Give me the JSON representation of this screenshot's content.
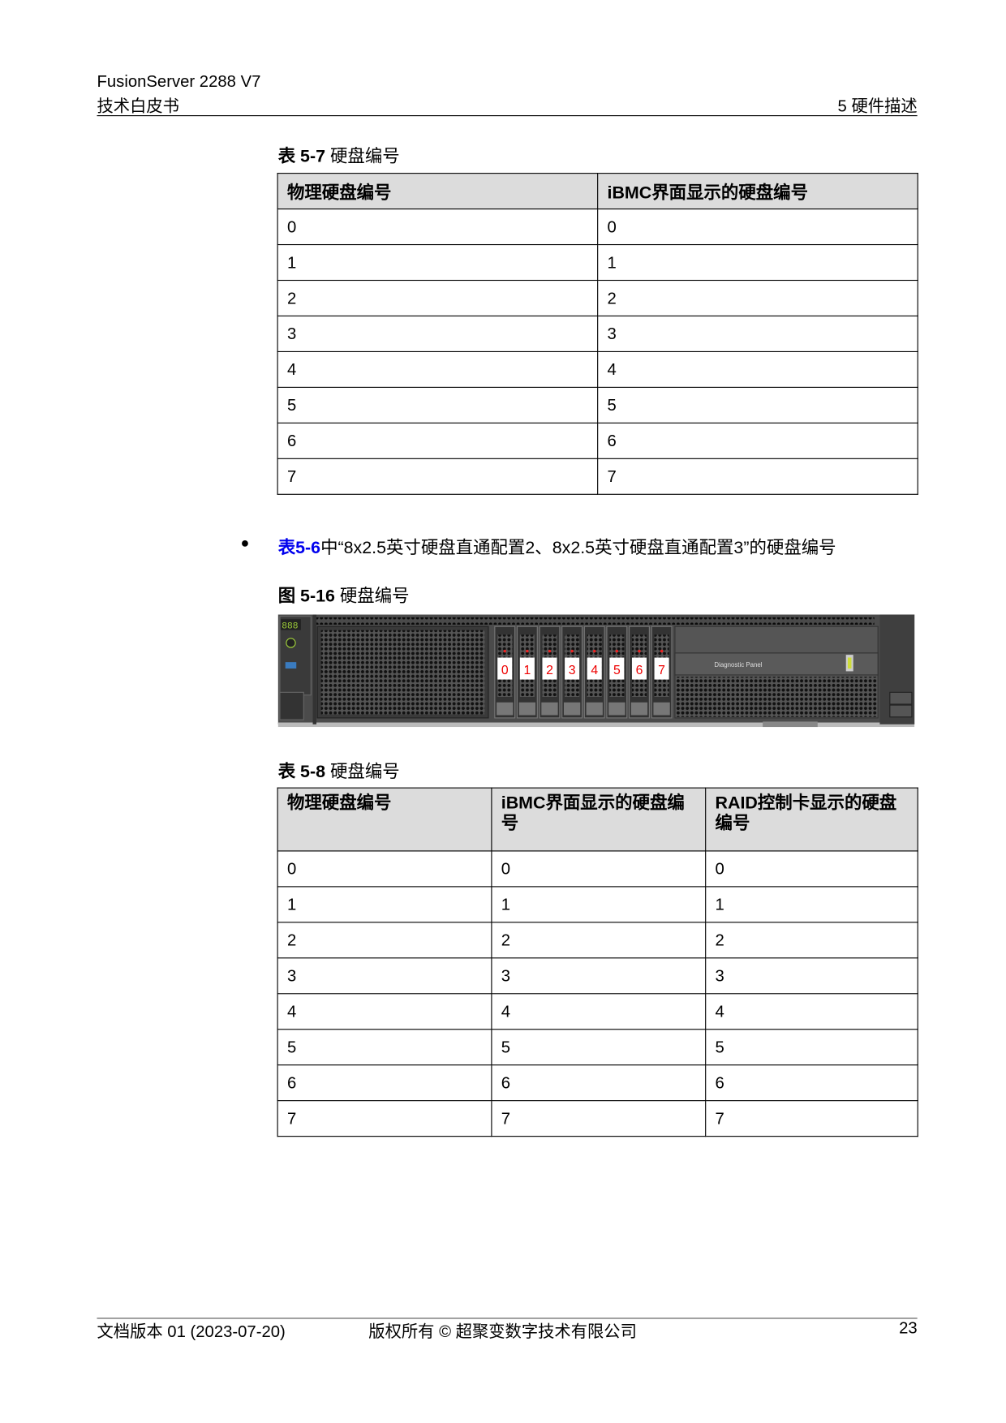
{
  "header": {
    "product": "FusionServer 2288 V7",
    "doc_type": "技术白皮书",
    "chapter": "5 硬件描述"
  },
  "table1": {
    "caption_label": "表 5-7",
    "caption_title": "硬盘编号",
    "columns": [
      "物理硬盘编号",
      "iBMC界面显示的硬盘编号"
    ],
    "rows": [
      [
        "0",
        "0"
      ],
      [
        "1",
        "1"
      ],
      [
        "2",
        "2"
      ],
      [
        "3",
        "3"
      ],
      [
        "4",
        "4"
      ],
      [
        "5",
        "5"
      ],
      [
        "6",
        "6"
      ],
      [
        "7",
        "7"
      ]
    ]
  },
  "bullet": {
    "symbol": "●",
    "link": "表5-6",
    "text": "中“8x2.5英寸硬盘直通配置2、8x2.5英寸硬盘直通配置3”的硬盘编号"
  },
  "figure": {
    "caption_label": "图 5-16",
    "caption_title": "硬盘编号",
    "drive_labels": [
      "0",
      "1",
      "2",
      "3",
      "4",
      "5",
      "6",
      "7"
    ],
    "display_text": "888",
    "panel_text": "Diagnostic Panel"
  },
  "table2": {
    "caption_label": "表 5-8",
    "caption_title": "硬盘编号",
    "columns": [
      "物理硬盘编号",
      "iBMC界面显示的硬盘编号",
      "RAID控制卡显示的硬盘编号"
    ],
    "rows": [
      [
        "0",
        "0",
        "0"
      ],
      [
        "1",
        "1",
        "1"
      ],
      [
        "2",
        "2",
        "2"
      ],
      [
        "3",
        "3",
        "3"
      ],
      [
        "4",
        "4",
        "4"
      ],
      [
        "5",
        "5",
        "5"
      ],
      [
        "6",
        "6",
        "6"
      ],
      [
        "7",
        "7",
        "7"
      ]
    ]
  },
  "footer": {
    "version": "文档版本 01 (2023-07-20)",
    "copyright": "版权所有 © 超聚变数字技术有限公司",
    "page": "23"
  }
}
